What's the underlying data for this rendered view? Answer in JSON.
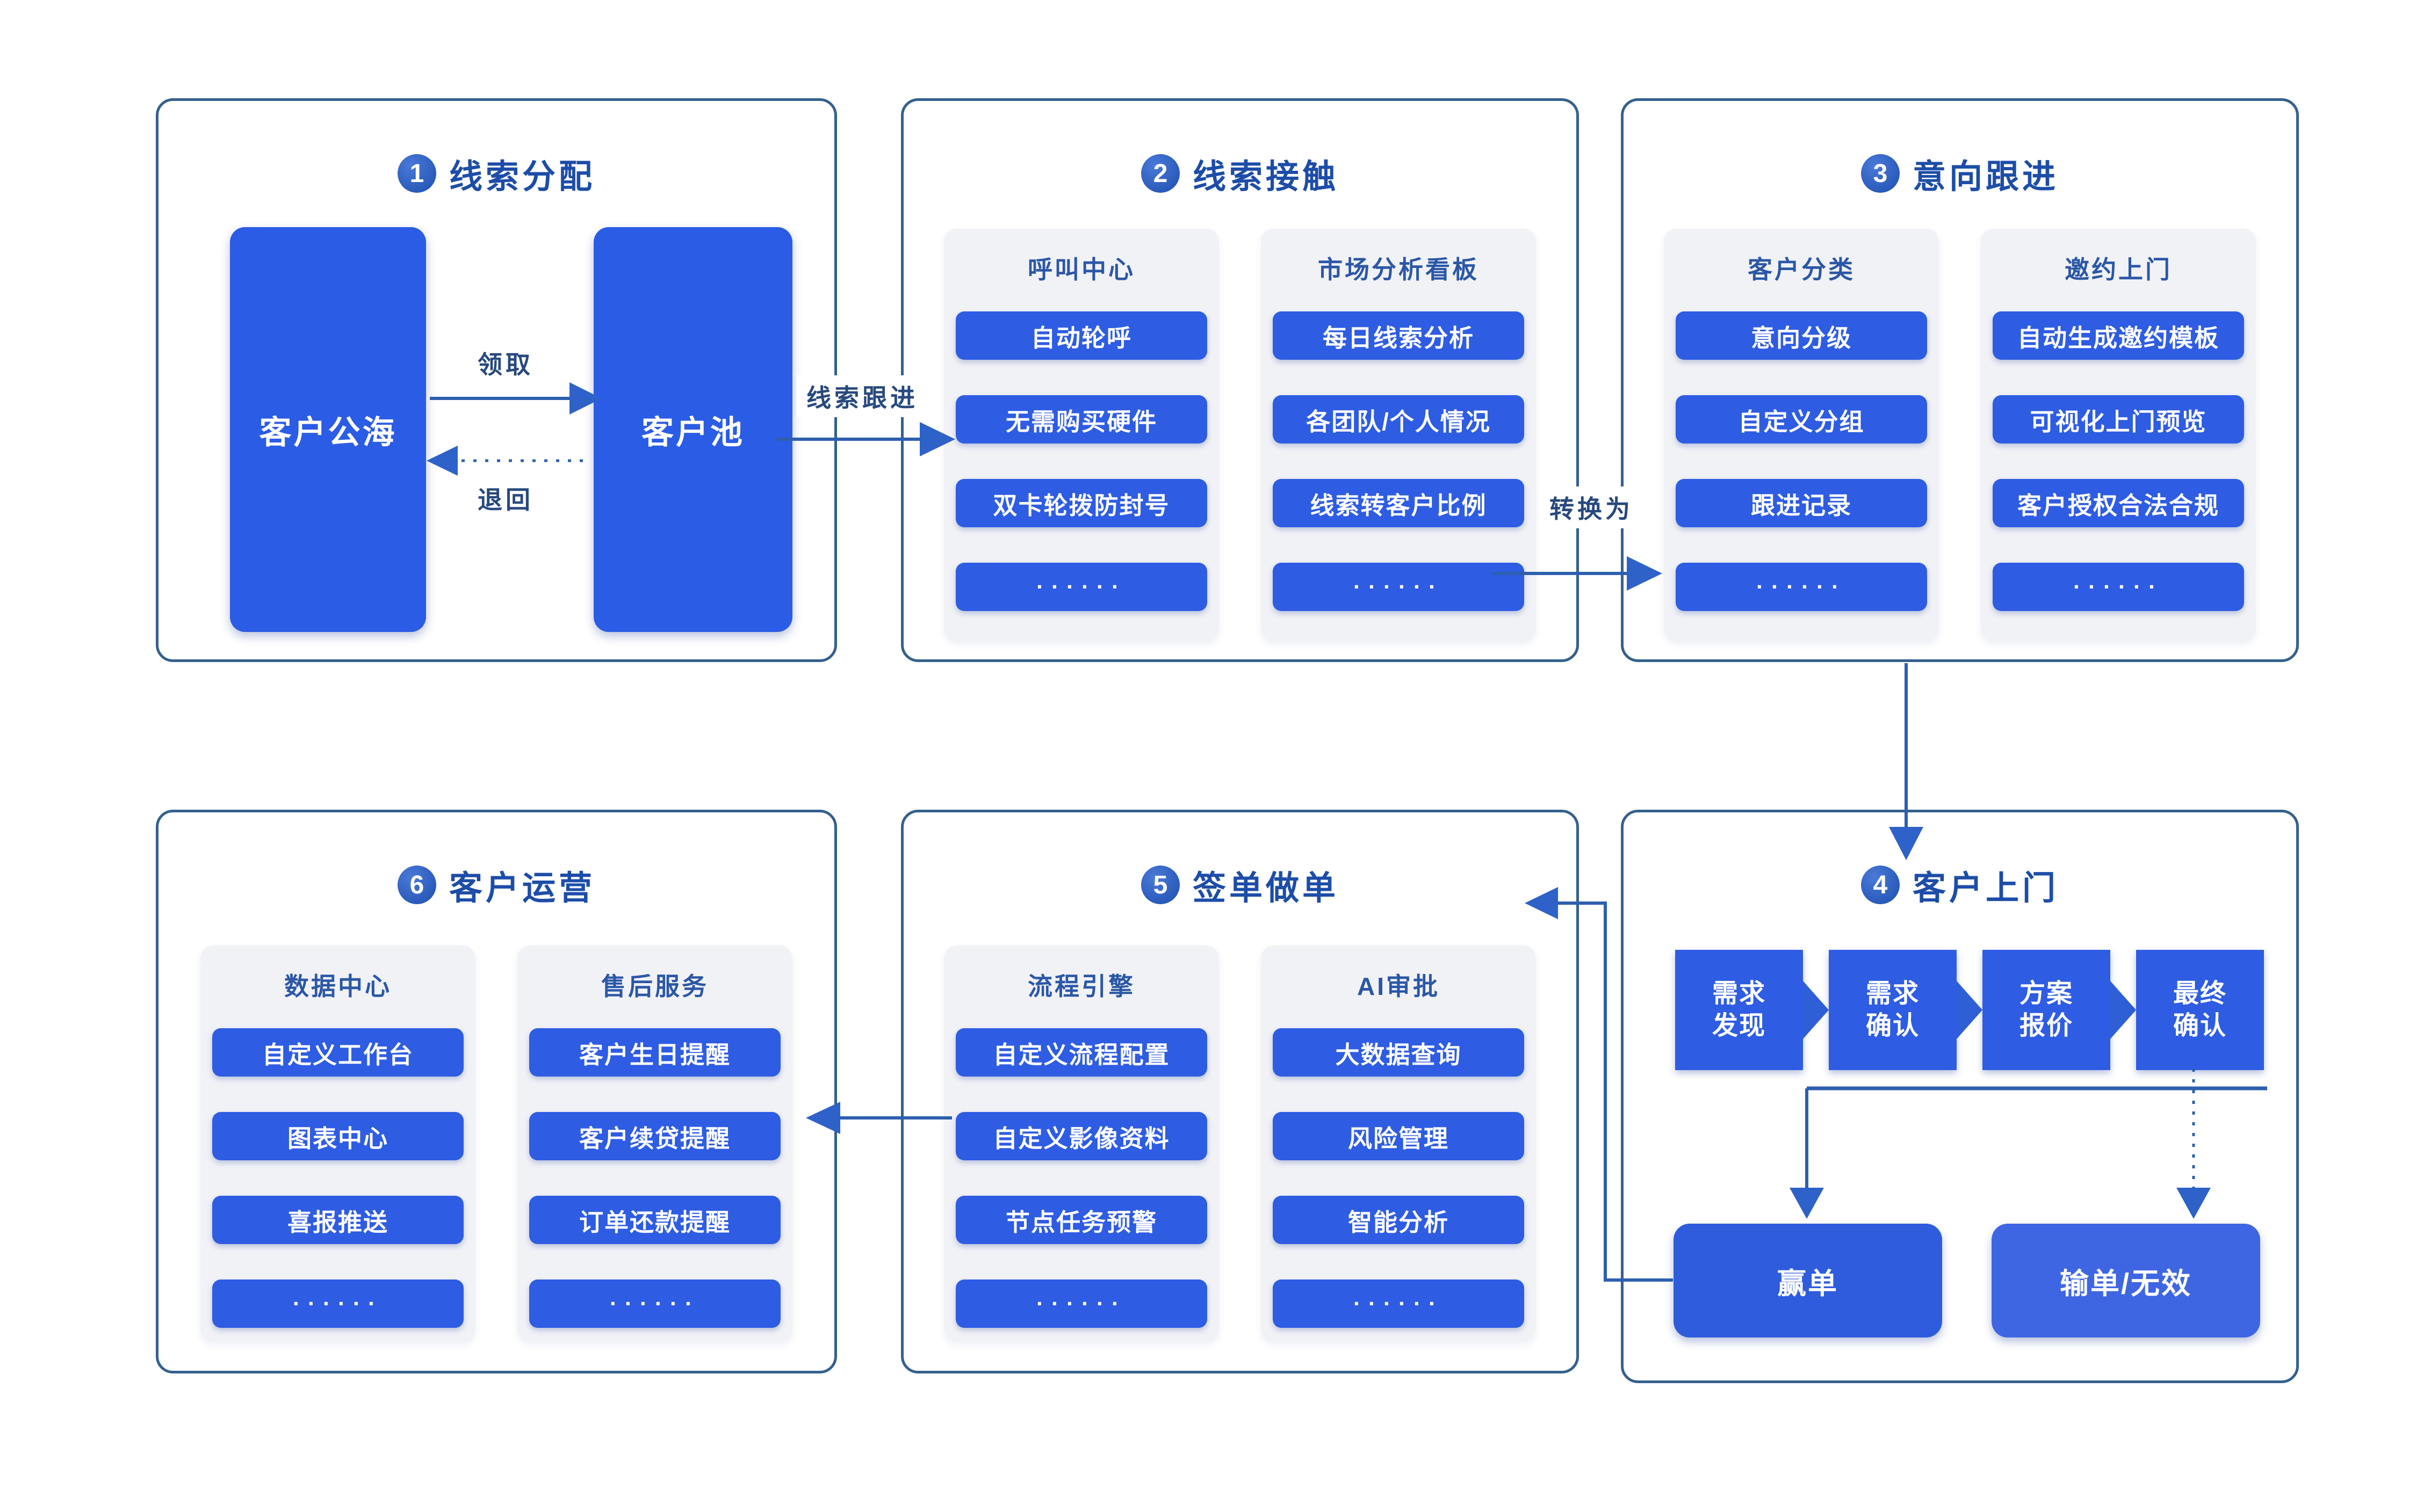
{
  "colors": {
    "box_blue": "#2e5ce3",
    "big_box_blue": "#2b5ce5",
    "win_blue": "#2f5bdd",
    "lose_blue": "#3f66e2",
    "panel_border": "#34608e",
    "title_text": "#1d4da8",
    "column_bg": "#f1f2f6",
    "arrow": "#2d5fae"
  },
  "arrows": {
    "claim_label": "领取",
    "return_label": "退回",
    "lead_follow_label": "线索跟进",
    "convert_label": "转换为"
  },
  "panel1": {
    "num": "1",
    "title": "线索分配",
    "left_box": "客户公海",
    "right_box": "客户池"
  },
  "panel2": {
    "num": "2",
    "title": "线索接触",
    "columns": [
      {
        "header": "呼叫中心",
        "rows": [
          "自动轮呼",
          "无需购买硬件",
          "双卡轮拨防封号",
          "······"
        ]
      },
      {
        "header": "市场分析看板",
        "rows": [
          "每日线索分析",
          "各团队/个人情况",
          "线索转客户比例",
          "······"
        ]
      }
    ]
  },
  "panel3": {
    "num": "3",
    "title": "意向跟进",
    "columns": [
      {
        "header": "客户分类",
        "rows": [
          "意向分级",
          "自定义分组",
          "跟进记录",
          "······"
        ]
      },
      {
        "header": "邀约上门",
        "rows": [
          "自动生成邀约模板",
          "可视化上门预览",
          "客户授权合法合规",
          "······"
        ]
      }
    ]
  },
  "panel4": {
    "num": "4",
    "title": "客户上门",
    "steps": [
      "需求\n发现",
      "需求\n确认",
      "方案\n报价",
      "最终\n确认"
    ],
    "win": "赢单",
    "lose": "输单/无效"
  },
  "panel5": {
    "num": "5",
    "title": "签单做单",
    "columns": [
      {
        "header": "流程引擎",
        "rows": [
          "自定义流程配置",
          "自定义影像资料",
          "节点任务预警",
          "······"
        ]
      },
      {
        "header": "AI审批",
        "rows": [
          "大数据查询",
          "风险管理",
          "智能分析",
          "······"
        ]
      }
    ]
  },
  "panel6": {
    "num": "6",
    "title": "客户运营",
    "columns": [
      {
        "header": "数据中心",
        "rows": [
          "自定义工作台",
          "图表中心",
          "喜报推送",
          "······"
        ]
      },
      {
        "header": "售后服务",
        "rows": [
          "客户生日提醒",
          "客户续贷提醒",
          "订单还款提醒",
          "······"
        ]
      }
    ]
  }
}
